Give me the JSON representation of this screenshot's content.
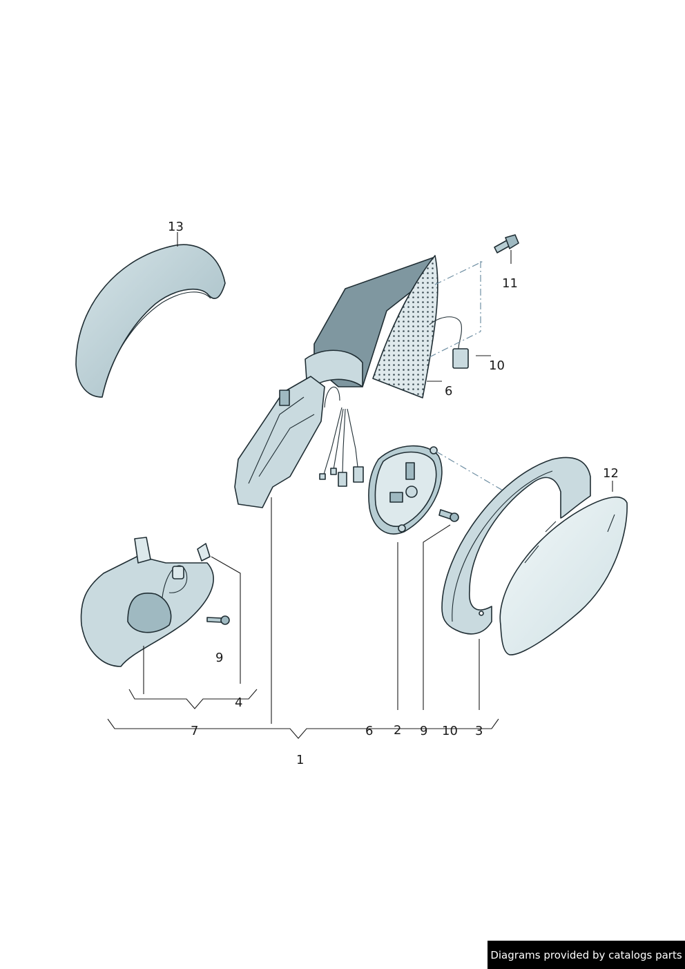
{
  "callouts": {
    "c13": "13",
    "c11": "11",
    "c10a": "10",
    "c6a": "6",
    "c12": "12",
    "c9a": "9",
    "c4": "4",
    "c7": "7",
    "c6b": "6",
    "c2": "2",
    "c9b": "9",
    "c10b": "10",
    "c3": "3",
    "c1": "1"
  },
  "footer": {
    "text": "Diagrams provided by catalogs parts"
  },
  "colors": {
    "part_fill": "#c9dadf",
    "part_shade": "#9fb9c1",
    "mirror_glass": "#e4eff2",
    "leader": "#1a1a1a"
  }
}
